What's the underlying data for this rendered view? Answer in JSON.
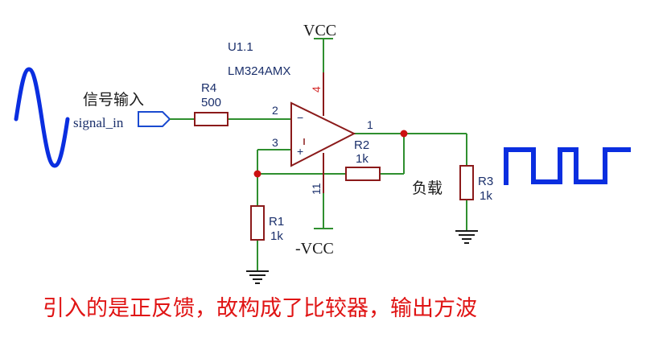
{
  "colors": {
    "wire": "#2f8f2f",
    "component": "#8b1a1a",
    "label": "#1a2f6b",
    "node": "#cc1111",
    "waveform": "#0a2ee0",
    "caption": "#e01414",
    "pin4": "#d42a2a"
  },
  "opamp": {
    "designator": "U1.1",
    "part": "LM324AMX",
    "pin_in_minus": "2",
    "pin_in_plus": "3",
    "pin_out": "1",
    "pin_vcc": "4",
    "pin_vee": "11",
    "minus_sign": "−",
    "plus_sign": "+"
  },
  "supply": {
    "vcc": "VCC",
    "vee": "-VCC"
  },
  "input": {
    "label": "信号输入",
    "port": "signal_in"
  },
  "resistors": {
    "r4": {
      "name": "R4",
      "value": "500"
    },
    "r2": {
      "name": "R2",
      "value": "1k"
    },
    "r1": {
      "name": "R1",
      "value": "1k"
    },
    "r3": {
      "name": "R3",
      "value": "1k"
    }
  },
  "load_label": "负载",
  "caption": "引入的是正反馈，故构成了比较器，输出方波"
}
